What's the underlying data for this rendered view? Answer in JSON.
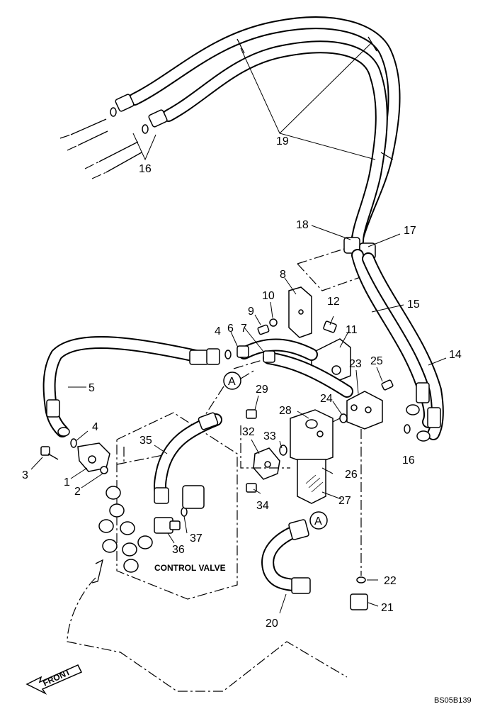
{
  "diagram": {
    "callouts": [
      "1",
      "2",
      "3",
      "4",
      "4",
      "5",
      "6",
      "7",
      "8",
      "9",
      "10",
      "11",
      "12",
      "14",
      "15",
      "16",
      "16",
      "17",
      "18",
      "19",
      "20",
      "21",
      "22",
      "23",
      "24",
      "25",
      "26",
      "27",
      "28",
      "29",
      "32",
      "33",
      "34",
      "35",
      "36",
      "37"
    ],
    "labels": {
      "control_valve": "CONTROL VALVE",
      "front": "FRONT",
      "ref_a": "A",
      "drawing_code": "BS05B139"
    }
  }
}
